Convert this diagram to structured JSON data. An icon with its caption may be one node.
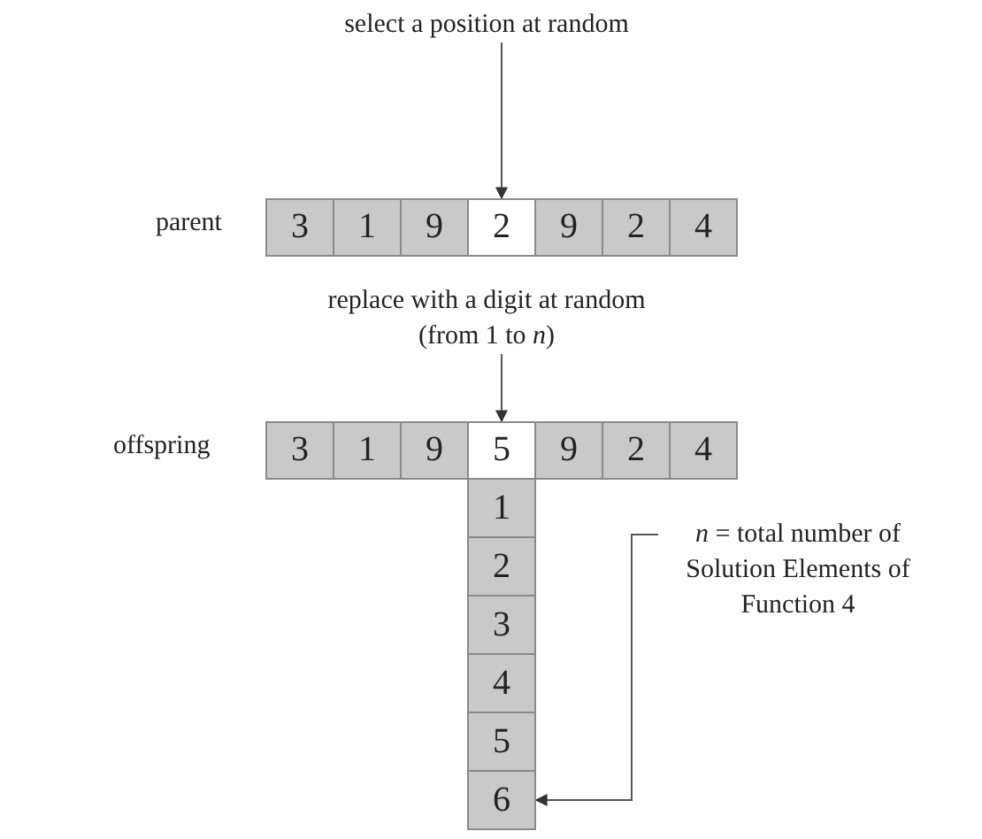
{
  "diagram": {
    "nodes": [
      {
        "text": [
          "select a position at random"
        ]
      },
      {
        "text": [
          "3"
        ]
      },
      {
        "text": [
          "1"
        ]
      },
      {
        "text": [
          "9"
        ]
      },
      {
        "text": [
          "2"
        ]
      },
      {
        "text": [
          "9"
        ]
      },
      {
        "text": [
          "2"
        ]
      },
      {
        "text": [
          "4"
        ]
      },
      {
        "text": [
          "replace with a digit at random (from 1 to *n*)"
        ]
      },
      {
        "text": [
          "3"
        ]
      },
      {
        "text": [
          "1"
        ]
      },
      {
        "text": [
          "9"
        ]
      },
      {
        "text": [
          "5"
        ]
      },
      {
        "text": [
          "9"
        ]
      },
      {
        "text": [
          "2"
        ]
      },
      {
        "text": [
          "4"
        ]
      },
      {
        "text": [
          "1"
        ]
      },
      {
        "text": [
          "2"
        ]
      },
      {
        "text": [
          "3"
        ]
      },
      {
        "text": [
          "4"
        ]
      },
      {
        "text": [
          "5"
        ]
      },
      {
        "text": [
          "6"
        ]
      },
      {
        "text": [
          "*n* = total number of Solution Elements of Function 4"
        ]
      }
    ],
    "edges": [
      {
        "from": 0,
        "to": 4,
        "arrow": "to"
      },
      {
        "from": 8,
        "to": 12,
        "arrow": "to"
      },
      {
        "from": 22,
        "to": 21,
        "arrow": "to"
      }
    ],
    "labels": [
      "parent",
      "offspring"
    ]
  }
}
